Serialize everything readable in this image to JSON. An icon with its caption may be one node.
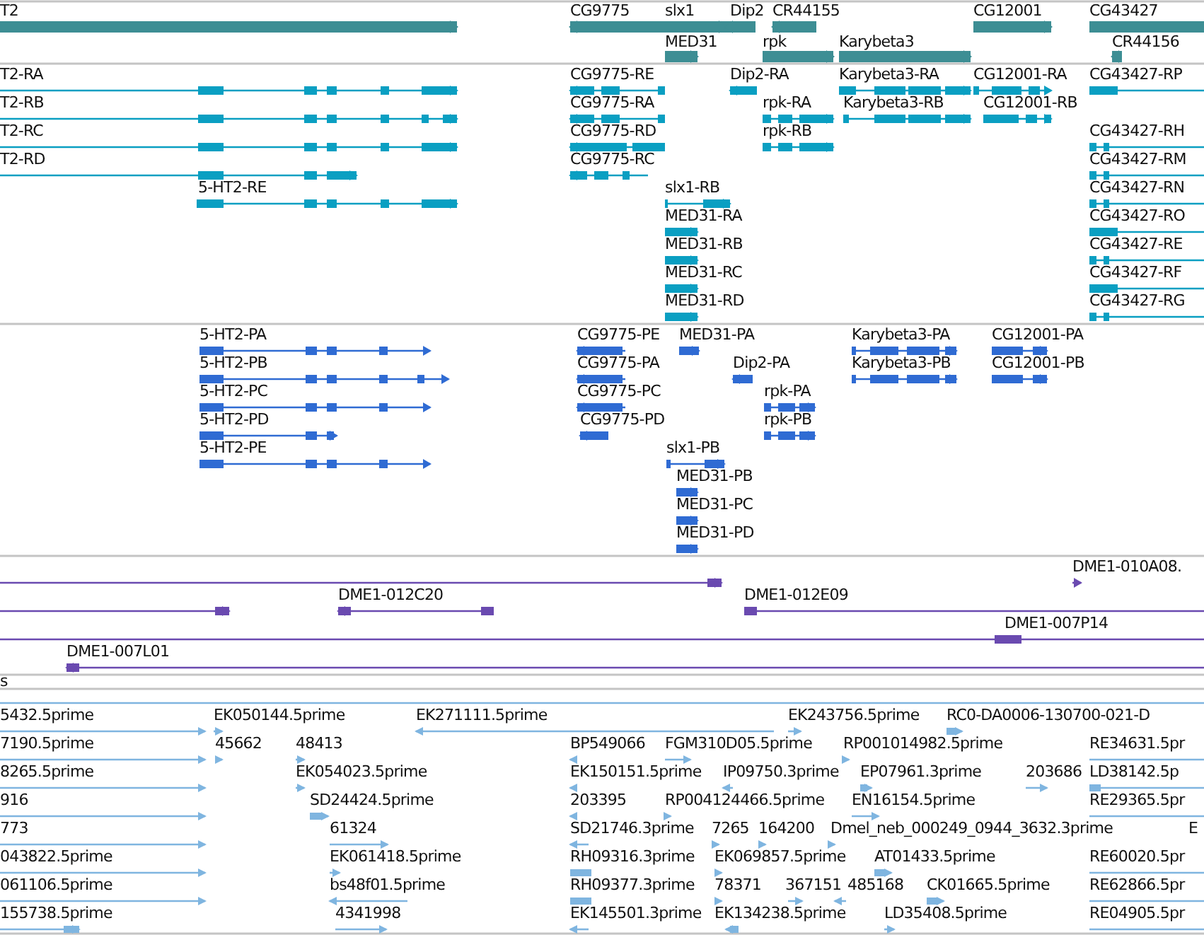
{
  "diagram": {
    "labels": [
      "T2",
      "CG9775",
      "slx1",
      "Dip2",
      "CR44155",
      "CG12001",
      "CG43427",
      "MED31",
      "rpk",
      "Karybeta3",
      "CR44156",
      "T2-RA",
      "CG9775-RE",
      "Dip2-RA",
      "Karybeta3-RA",
      "CG12001-RA",
      "CG43427-RP",
      "T2-RB",
      "CG9775-RA",
      "rpk-RA",
      "Karybeta3-RB",
      "CG12001-RB",
      "T2-RC",
      "CG9775-RD",
      "rpk-RB",
      "CG43427-RH",
      "T2-RD",
      "CG9775-RC",
      "CG43427-RM",
      "5-HT2-RE",
      "slx1-RB",
      "CG43427-RN",
      "MED31-RA",
      "CG43427-RO",
      "MED31-RB",
      "CG43427-RE",
      "MED31-RC",
      "CG43427-RF",
      "MED31-RD",
      "CG43427-RG",
      "5-HT2-PA",
      "CG9775-PE",
      "MED31-PA",
      "Karybeta3-PA",
      "CG12001-PA",
      "5-HT2-PB",
      "CG9775-PA",
      "Dip2-PA",
      "Karybeta3-PB",
      "CG12001-PB",
      "5-HT2-PC",
      "CG9775-PC",
      "rpk-PA",
      "5-HT2-PD",
      "CG9775-PD",
      "rpk-PB",
      "5-HT2-PE",
      "slx1-PB",
      "MED31-PB",
      "MED31-PC",
      "MED31-PD",
      "DME1-010A08.",
      "DME1-012C20",
      "DME1-012E09",
      "DME1-007P14",
      "DME1-007L01",
      "s",
      "5432.5prime",
      "EK050144.5prime",
      "EK271111.5prime",
      "EK243756.5prime",
      "RC0-DA0006-130700-021-D",
      "7190.5prime",
      "45662",
      "48413",
      "BP549066",
      "FGM310D05.5prime",
      "RP001014982.5prime",
      "RE34631.5pr",
      "8265.5prime",
      "EK054023.5prime",
      "EK150151.5prime",
      "IP09750.3prime",
      "EP07961.3prime",
      "203686",
      "LD38142.5p",
      "916",
      "SD24424.5prime",
      "203395",
      "RP004124466.5prime",
      "EN16154.5prime",
      "RE29365.5pr",
      "773",
      "61324",
      "SD21746.3prime",
      "7265",
      "164200",
      "Dmel_neb_000249_0944_3632.3prime",
      "E",
      "043822.5prime",
      "EK061418.5prime",
      "RH09316.3prime",
      "EK069857.5prime",
      "AT01433.5prime",
      "RE60020.5pr",
      "061106.5prime",
      "bs48f01.5prime",
      "RH09377.3prime",
      "78371",
      "367151",
      "485168",
      "CK01665.5prime",
      "RE62866.5pr",
      "155738.5prime",
      "4341998",
      "EK145501.3prime",
      "EK134238.5prime",
      "LD35408.5prime",
      "RE04905.5pr"
    ]
  }
}
